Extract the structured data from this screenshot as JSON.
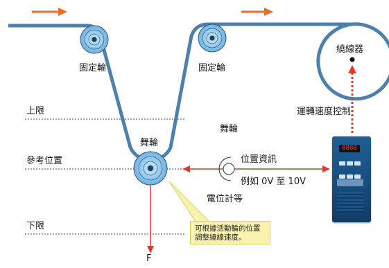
{
  "labels": {
    "fixed_wheel_left": "固定輪",
    "fixed_wheel_right": "固定輪",
    "winder": "繞線器",
    "speed_control": "運轉速度控制",
    "dancer_right": "舞輪",
    "dancer_wheel": "舞輪",
    "upper_limit": "上限",
    "reference_position": "參考位置",
    "lower_limit": "下限",
    "position_info": "位置資訊",
    "example_range": "例如 0V 至 10V",
    "potentiometer": "電位計等",
    "force": "F",
    "note": "可根據活動輪的位置調整繞線速度。"
  },
  "inverter_display": "8888",
  "colors": {
    "arrow": "#f26a21",
    "line": "#4e80ad",
    "roller": "#8fc6ea",
    "dashed": "#333333"
  }
}
